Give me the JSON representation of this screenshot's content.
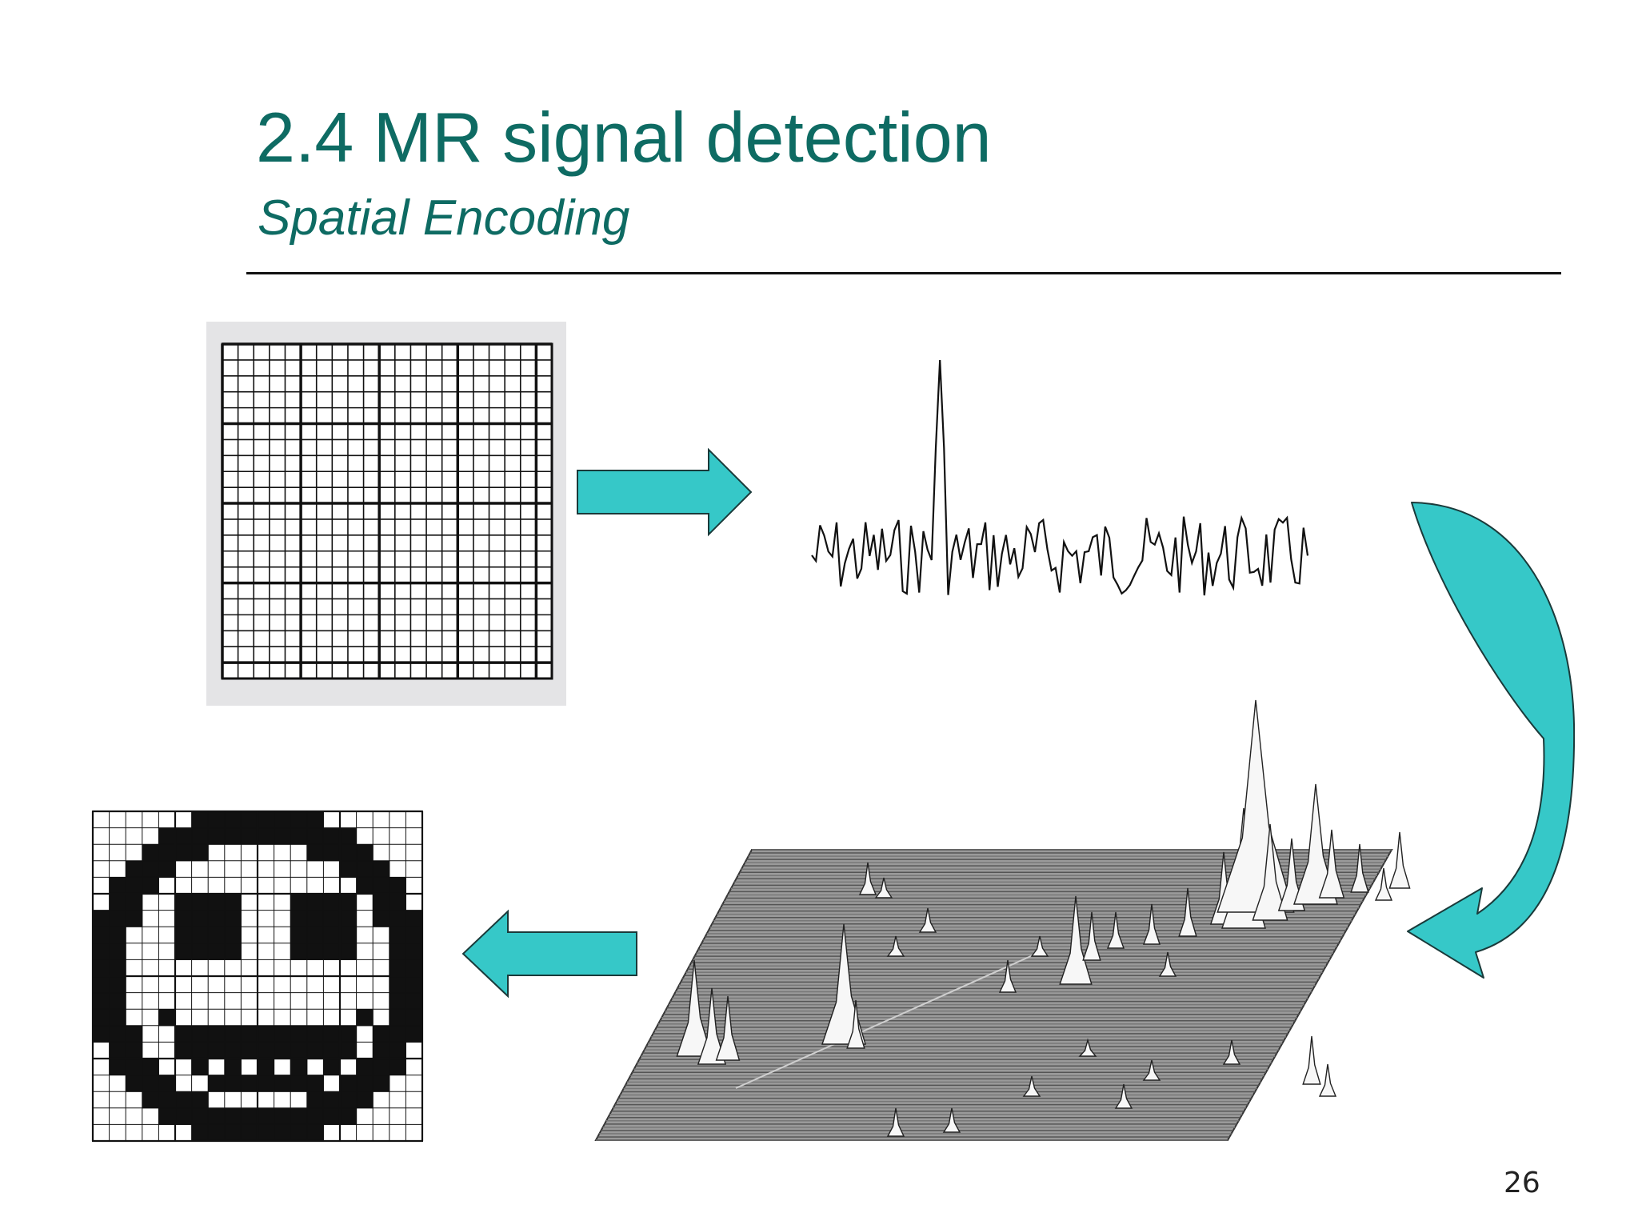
{
  "slide": {
    "title": "2.4 MR signal detection",
    "subtitle": "Spatial Encoding",
    "page_number": "26"
  },
  "colors": {
    "title": "#0e6b63",
    "arrow_fill": "#36c8c8",
    "arrow_stroke": "#1a3a3a"
  },
  "icons": [
    "arrow-right-icon",
    "curved-arrow-icon",
    "arrow-left-icon"
  ]
}
